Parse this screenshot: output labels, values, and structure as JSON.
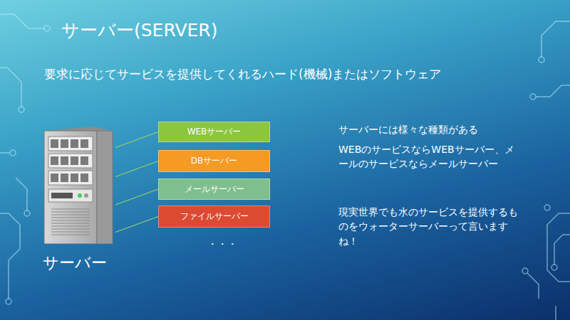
{
  "diagram": {
    "title": "サーバー(SERVER)",
    "nodes": [
      {
        "text": [
          "サーバー"
        ]
      },
      {
        "text": [
          "WEBサーバー"
        ]
      },
      {
        "text": [
          "DBサーバー"
        ]
      },
      {
        "text": [
          "メールサーバー"
        ]
      },
      {
        "text": [
          "ファイルサーバー"
        ]
      }
    ],
    "edges": [
      {
        "from": 0,
        "to": 1,
        "arrow": "none"
      },
      {
        "from": 0,
        "to": 2,
        "arrow": "none"
      },
      {
        "from": 0,
        "to": 3,
        "arrow": "none"
      },
      {
        "from": 0,
        "to": 4,
        "arrow": "none"
      }
    ],
    "labels": [
      "要求に応じてサービスを提供してくれるハード(機械)またはソフトウェア",
      "サーバーには様々な種類がある",
      "WEBのサービスならWEBサーバー、メールのサービスならメールサーバー",
      "現実世界でも水のサービスを提供するものをウォーターサーバーって言いますね！",
      "・・・"
    ]
  }
}
